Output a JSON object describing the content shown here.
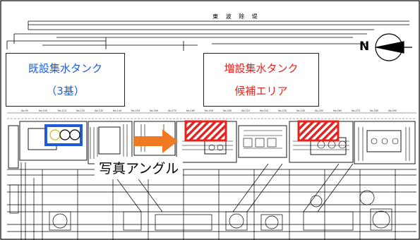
{
  "drawing": {
    "breakwater_label": "東 波 除 堤",
    "north_label": "N",
    "photo_angle_label": "写真アングル"
  },
  "existing_tanks": {
    "line1": "既設集水タンク",
    "line2": "（3基）",
    "color": "#1f5bd6"
  },
  "candidate_area": {
    "line1": "増設集水タンク",
    "line2": "候補エリア",
    "color": "#e8231f"
  },
  "arrow_color": "#f07a22"
}
